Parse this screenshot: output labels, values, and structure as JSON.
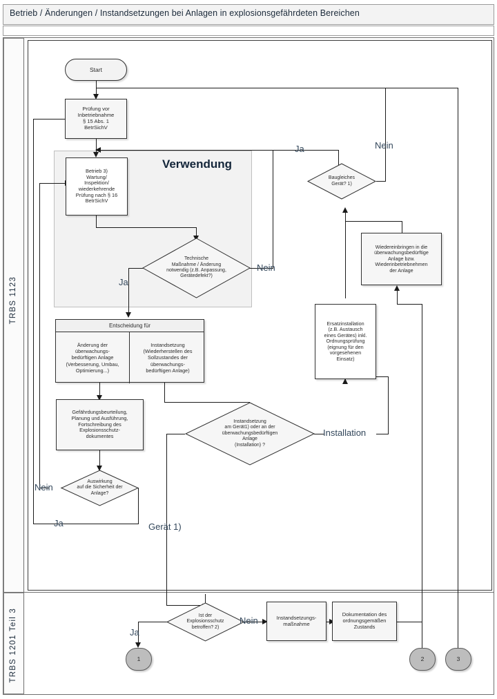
{
  "header": {
    "title": "Betrieb / Änderungen / Instandsetzungen bei Anlagen in explosionsgefährdeten Bereichen"
  },
  "lanes": [
    {
      "label": "TRBS 1123"
    },
    {
      "label": "TRBS 1201 Teil 3"
    }
  ],
  "group": {
    "verwendung_title": "Verwendung"
  },
  "nodes": {
    "start": "Start",
    "pruefung_vor_inbetriebnahme": "Prüfung vor\nInbetriebnahme\n§ 15 Abs. 1\nBetrSichV",
    "betrieb": "Betrieb 3)\nWartung/\nInspektion/\nwiederkehrende\nPrüfung nach § 16\nBetrSichV",
    "technische_massnahme": "Technische\nMaßnahme / Änderung\nnotwendig (z.B. Anpassung,\nGerätedefekt?)",
    "baugleiches_geraet": "Baugleiches\nGerät? 1)",
    "wiedereinbringen": "Wiedereinbringen in die\nüberwachungsbedürftige\nAnlage bzw.\nWiederinbetriebnehmen\nder Anlage",
    "ersatzinstallation": "Ersatzinstallation\n(z.B. Austausch\neines Gerätes) inkl.\nOrdnungsprüfung\n(eignung für den\nvorgesehenen\nEinsatz)",
    "entscheidung_head": "Entscheidung für",
    "entscheidung_left": "Änderung der\nüberwachungs-\nbedürftigen Anlage\n(Verbesserung, Umbau,\nOptimierung...)",
    "entscheidung_right": "Instandsetzung\n(Wiederherstellen des\nSollzustandes der\nüberwachungs-\nbedürftigen Anlage)",
    "gefaehrdungsbeurteilung": "Gefährdungsbeurteilung,\nPlanung und Ausführung,\nFortschreibung des\nExplosionsschutz-\ndokumentes",
    "auswirkung": "Auswirkung\nauf die Sicherheit der\nAnlage?",
    "instandsetzung_am_geraet": "Instandsetzung\nam Gerät1) oder an der\nüberwachungsbedürftigen\nAnlage\n(Installation) ?",
    "ist_der_explosionsschutz": "Ist der\nExplosionsschutz\nbetroffen? 2)",
    "instandsetzungsmassnahme": "Instandsetzungs-\nmaßnahme",
    "dokumentation": "Dokumentation des\nordnungsgemäßen\nZustands",
    "connector_1": "1",
    "connector_2": "2",
    "connector_3": "3"
  },
  "edge_labels": {
    "ja_technische": "Ja",
    "nein_technische": "Nein",
    "ja_baugleiches": "Ja",
    "nein_baugleiches": "Nein",
    "nein_auswirkung": "Nein",
    "ja_auswirkung": "Ja",
    "installation": "Installation",
    "geraet": "Gerät 1)",
    "ja_explosionsschutz": "Ja",
    "nein_explosionsschutz": "Nein"
  },
  "colors": {
    "title_text": "#1b2a3a",
    "node_fill": "#f6f6f6",
    "node_border": "#2f2f2f",
    "group_fill": "#f2f2f2",
    "edge_label": "#33475b",
    "connector_fill": "#bdbdbd",
    "line": "#1a1a1a"
  }
}
